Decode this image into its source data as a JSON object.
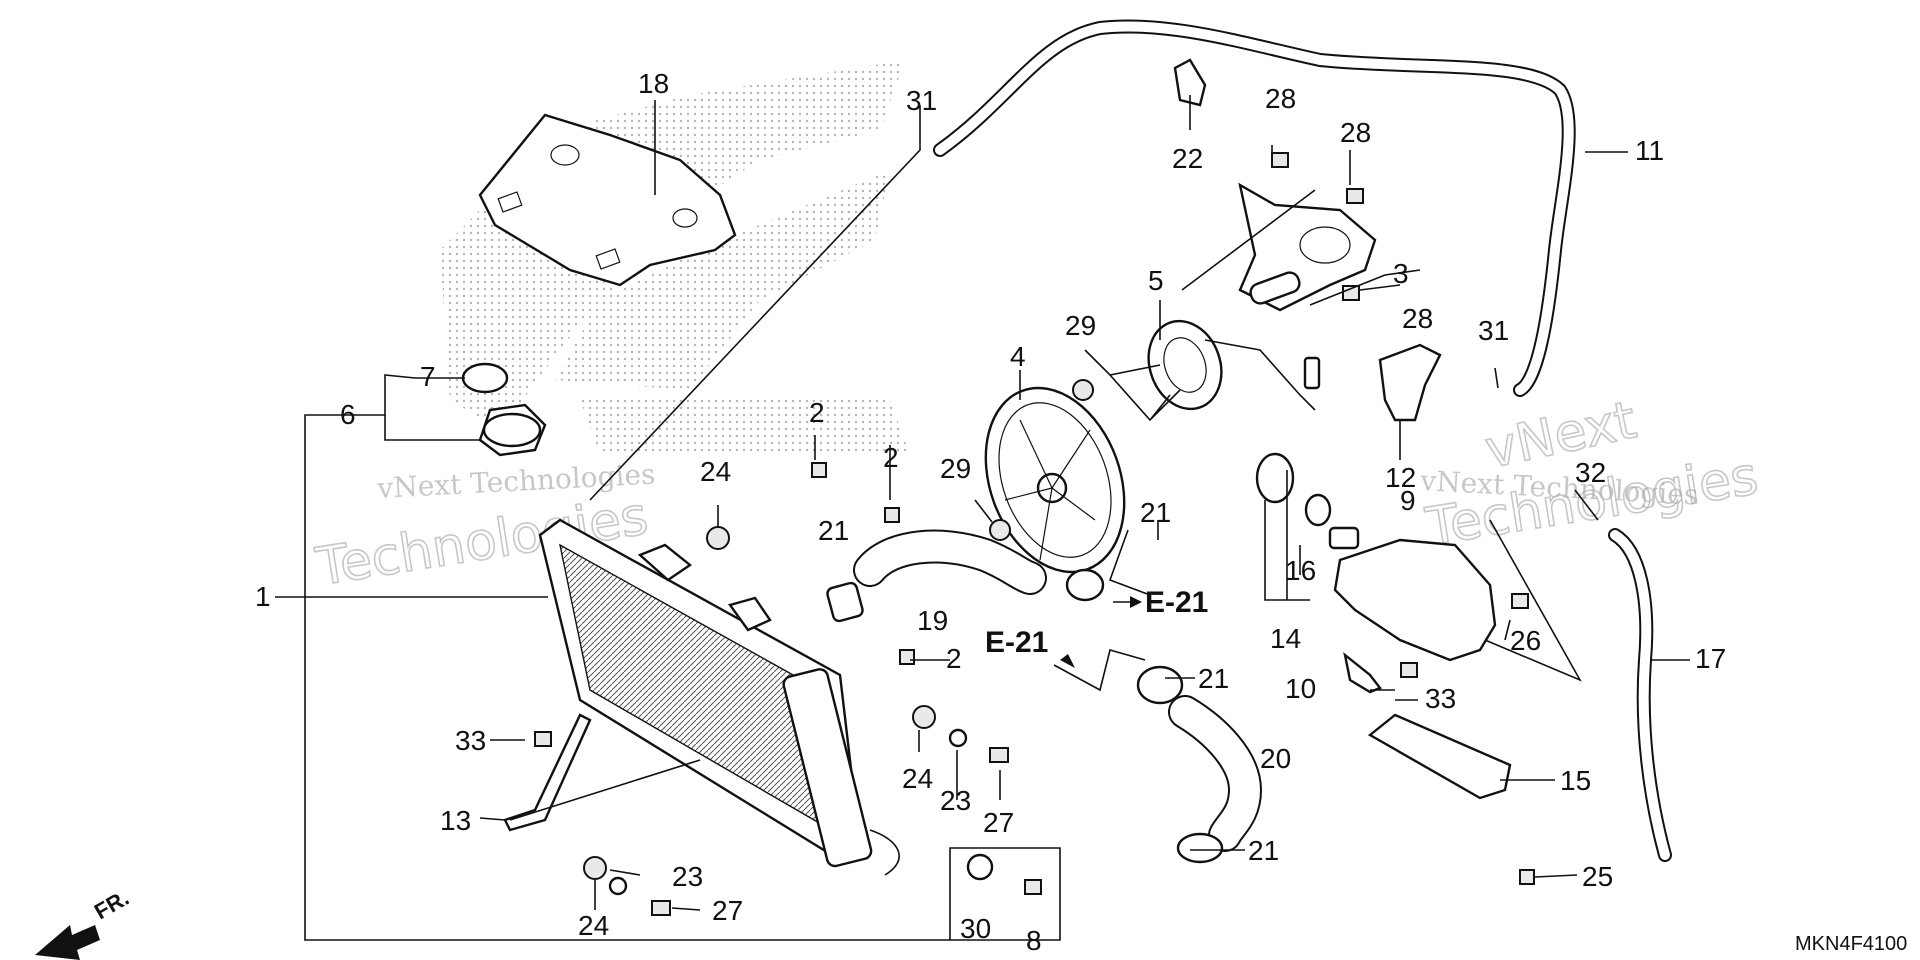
{
  "diagram": {
    "code": "MKN4F4100",
    "direction": "FR.",
    "watermark": {
      "line1": "vNext Technologies",
      "line2": "vNext",
      "line3": "Technologies"
    },
    "callouts": {
      "c1": "1",
      "c2a": "2",
      "c2b": "2",
      "c2c": "2",
      "c3": "3",
      "c4": "4",
      "c5": "5",
      "c6": "6",
      "c7": "7",
      "c8": "8",
      "c9": "9",
      "c10": "10",
      "c11": "11",
      "c12": "12",
      "c13": "13",
      "c14": "14",
      "c15": "15",
      "c16": "16",
      "c17": "17",
      "c18": "18",
      "c19": "19",
      "c20": "20",
      "c21a": "21",
      "c21b": "21",
      "c21c": "21",
      "c21d": "21",
      "c22": "22",
      "c23a": "23",
      "c23b": "23",
      "c24a": "24",
      "c24b": "24",
      "c24c": "24",
      "c25": "25",
      "c26": "26",
      "c27a": "27",
      "c27b": "27",
      "c28a": "28",
      "c28b": "28",
      "c28c": "28",
      "c29a": "29",
      "c29b": "29",
      "c30": "30",
      "c31a": "31",
      "c31b": "31",
      "c32": "32",
      "c33a": "33",
      "c33b": "33"
    },
    "references": {
      "e21a": "E-21",
      "e21b": "E-21"
    }
  }
}
